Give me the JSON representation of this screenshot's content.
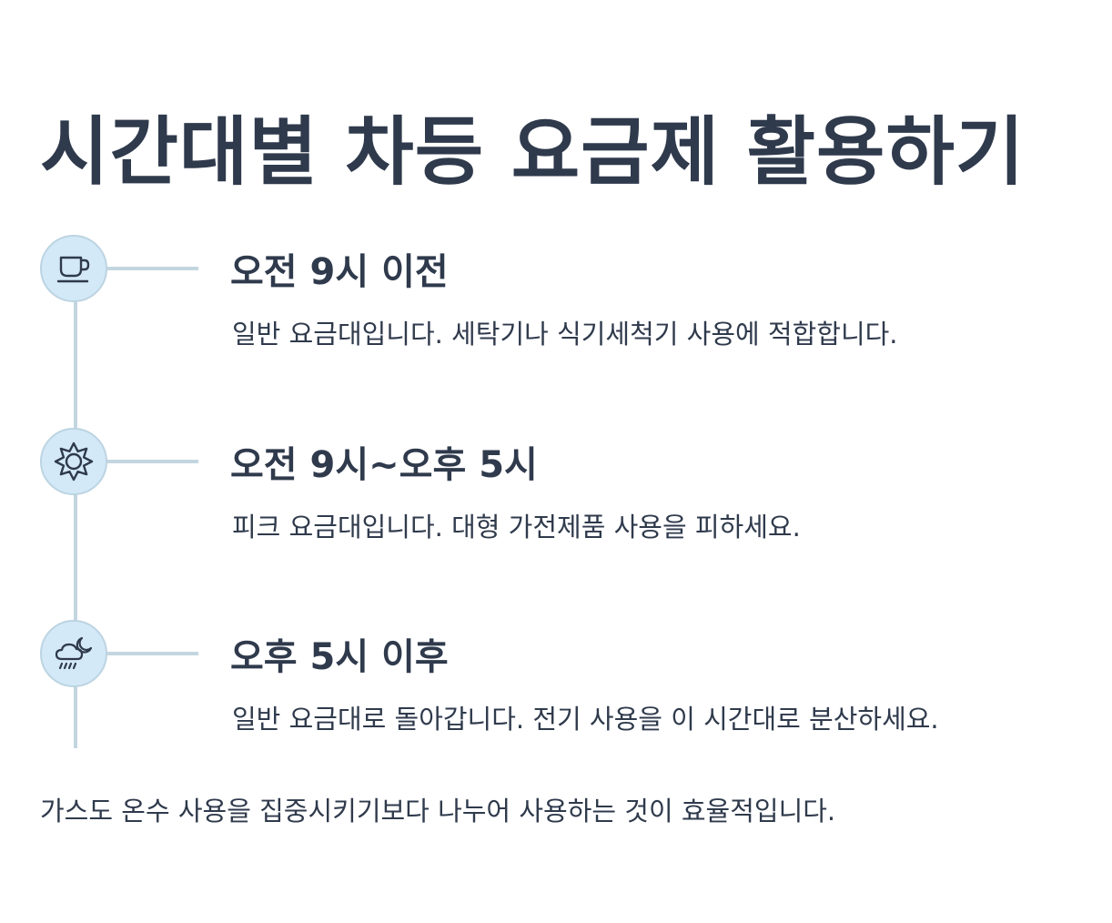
{
  "title": "시간대별 차등 요금제 활용하기",
  "items": [
    {
      "icon": "coffee-cup-icon",
      "title": "오전 9시 이전",
      "description": "일반 요금대입니다. 세탁기나 식기세척기 사용에 적합합니다."
    },
    {
      "icon": "sun-icon",
      "title": "오전 9시~오후 5시",
      "description": "피크 요금대입니다. 대형 가전제품 사용을 피하세요."
    },
    {
      "icon": "night-rain-icon",
      "title": "오후 5시 이후",
      "description": "일반 요금대로 돌아갑니다. 전기 사용을 이 시간대로 분산하세요."
    }
  ],
  "footer": "가스도 온수 사용을 집중시키기보다 나누어 사용하는 것이 효율적입니다.",
  "colors": {
    "text": "#2f3a4c",
    "node_fill": "#d4e9f7",
    "line": "#c3d6e0"
  }
}
